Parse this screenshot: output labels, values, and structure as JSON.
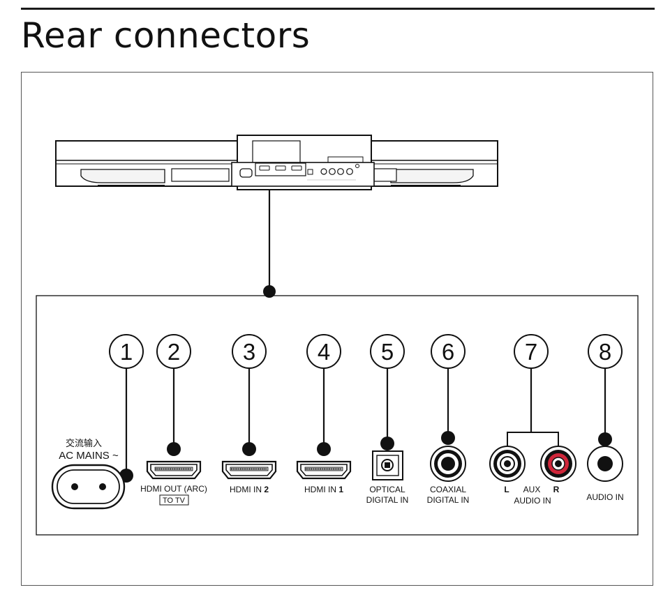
{
  "page": {
    "title": "Rear connectors"
  },
  "connectors": [
    {
      "number": "1",
      "label_lines": [
        "交流输入",
        "AC MAINS ~"
      ],
      "icon": "ac-mains-socket-icon"
    },
    {
      "number": "2",
      "label_lines": [
        "HDMI OUT (ARC)",
        "TO TV"
      ],
      "icon": "hdmi-port-icon"
    },
    {
      "number": "3",
      "label_prefix": "HDMI IN ",
      "label_bold": "2",
      "icon": "hdmi-port-icon"
    },
    {
      "number": "4",
      "label_prefix": "HDMI IN ",
      "label_bold": "1",
      "icon": "hdmi-port-icon"
    },
    {
      "number": "5",
      "label_lines": [
        "OPTICAL",
        "DIGITAL IN"
      ],
      "icon": "optical-port-icon"
    },
    {
      "number": "6",
      "label_lines": [
        "COAXIAL",
        "DIGITAL IN"
      ],
      "icon": "coaxial-jack-icon"
    },
    {
      "number": "7",
      "label_lines": [
        "AUX",
        "AUDIO IN"
      ],
      "left_mark": "L",
      "right_mark": "R",
      "icon": "rca-jack-icon"
    },
    {
      "number": "8",
      "label_lines": [
        "AUDIO IN"
      ],
      "icon": "audio-jack-icon"
    }
  ],
  "colors": {
    "line": "#1a1a1a",
    "right_channel": "#d0263a"
  }
}
